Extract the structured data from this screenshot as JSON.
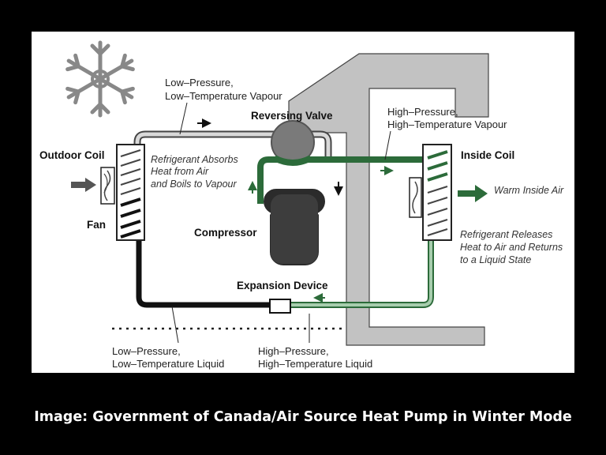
{
  "labels": {
    "outdoor_coil": "Outdoor Coil",
    "fan": "Fan",
    "low_vapour_1": "Low–Pressure,",
    "low_vapour_2": "Low–Temperature Vapour",
    "reversing_valve": "Reversing Valve",
    "absorbs_1": "Refrigerant Absorbs",
    "absorbs_2": "Heat from Air",
    "absorbs_3": "and Boils to Vapour",
    "compressor": "Compressor",
    "high_vapour_1": "High–Pressure,",
    "high_vapour_2": "High–Temperature Vapour",
    "inside_coil": "Inside Coil",
    "warm_air": "Warm Inside Air",
    "releases_1": "Refrigerant Releases",
    "releases_2": "Heat to Air and Returns",
    "releases_3": "to a Liquid State",
    "expansion_device": "Expansion Device",
    "low_liquid_1": "Low–Pressure,",
    "low_liquid_2": "Low–Temperature Liquid",
    "high_liquid_1": "High–Pressure,",
    "high_liquid_2": "High–Temperature Liquid"
  },
  "caption": "Image: Government of Canada/Air Source Heat Pump in Winter Mode",
  "colors": {
    "green": "#2c6b3a",
    "light_green": "#9cc6a2",
    "grey": "#b5b5b5",
    "dark": "#111111"
  }
}
